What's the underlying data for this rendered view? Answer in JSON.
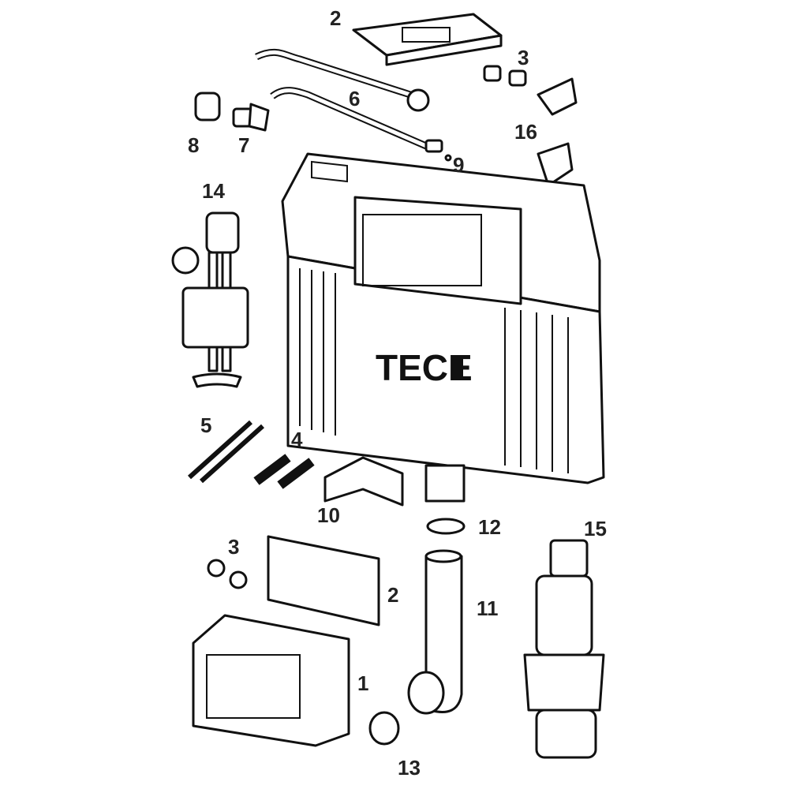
{
  "diagram": {
    "brand_logo": "TECE",
    "colors": {
      "line": "#111111",
      "label": "#222222",
      "background": "#ffffff"
    },
    "callouts": [
      {
        "id": "c2-top",
        "text": "2"
      },
      {
        "id": "c3-top",
        "text": "3"
      },
      {
        "id": "c6",
        "text": "6"
      },
      {
        "id": "c16",
        "text": "16"
      },
      {
        "id": "c8",
        "text": "8"
      },
      {
        "id": "c7",
        "text": "7"
      },
      {
        "id": "c9",
        "text": "9"
      },
      {
        "id": "c14",
        "text": "14"
      },
      {
        "id": "c5",
        "text": "5"
      },
      {
        "id": "c4",
        "text": "4"
      },
      {
        "id": "c10",
        "text": "10"
      },
      {
        "id": "c12",
        "text": "12"
      },
      {
        "id": "c15",
        "text": "15"
      },
      {
        "id": "c3-bottom",
        "text": "3"
      },
      {
        "id": "c2-bottom",
        "text": "2"
      },
      {
        "id": "c11",
        "text": "11"
      },
      {
        "id": "c1",
        "text": "1"
      },
      {
        "id": "c13",
        "text": "13"
      }
    ]
  }
}
